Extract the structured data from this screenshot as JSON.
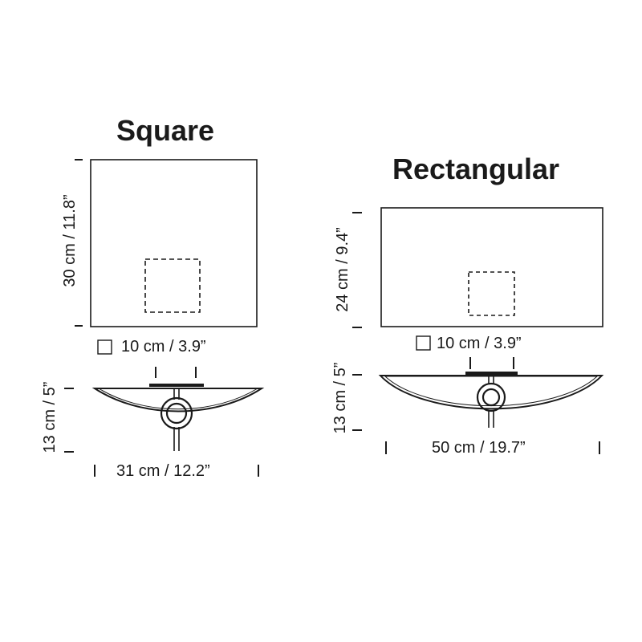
{
  "square": {
    "title": "Square",
    "height_label": "30 cm / 11.8”",
    "plate_label": "10 cm / 3.9”",
    "depth_label": "13 cm / 5”",
    "width_label": "31 cm / 12.2”"
  },
  "rectangular": {
    "title": "Rectangular",
    "height_label": "24 cm / 9.4”",
    "plate_label": "10 cm / 3.9”",
    "depth_label": "13 cm / 5”",
    "width_label": "50 cm / 19.7”"
  },
  "colors": {
    "line": "#1a1a1a",
    "background": "#ffffff"
  }
}
